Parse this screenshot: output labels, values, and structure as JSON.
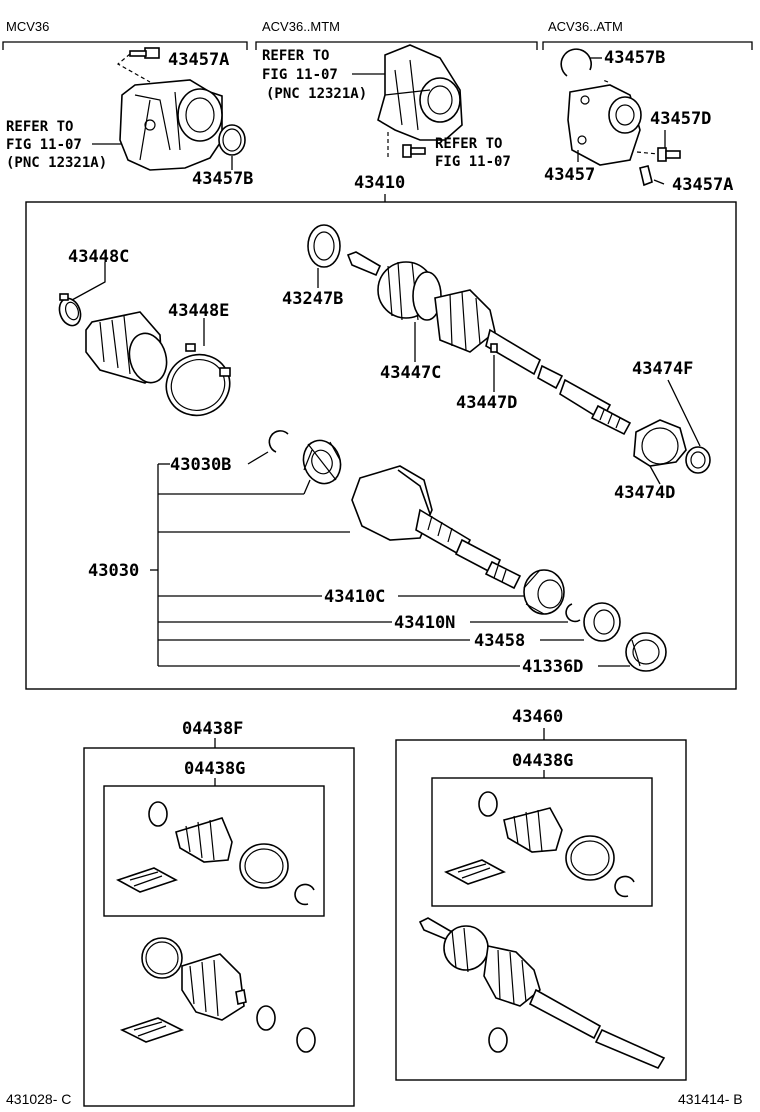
{
  "headers": {
    "mcv36": "MCV36",
    "acv36_mtm": "ACV36..MTM",
    "acv36_atm": "ACV36..ATM"
  },
  "refs": {
    "refer_left_1": "REFER TO",
    "refer_left_2": "FIG 11-07",
    "refer_left_3": "(PNC 12321A)",
    "refer_mid_1": "REFER TO",
    "refer_mid_2": "FIG 11-07",
    "refer_mid_3": "(PNC 12321A)",
    "refer_mid2_1": "REFER TO",
    "refer_mid2_2": "FIG 11-07"
  },
  "parts": {
    "p43457A_left": "43457A",
    "p43457B_left": "43457B",
    "p43457B_right": "43457B",
    "p43457D": "43457D",
    "p43457": "43457",
    "p43457A_right": "43457A",
    "p43410": "43410",
    "p43448C": "43448C",
    "p43448E": "43448E",
    "p43247B": "43247B",
    "p43447C": "43447C",
    "p43447D": "43447D",
    "p43474F": "43474F",
    "p43474D": "43474D",
    "p43030B": "43030B",
    "p43030": "43030",
    "p43410C": "43410C",
    "p43410N": "43410N",
    "p43458": "43458",
    "p41336D": "41336D",
    "p04438F": "04438F",
    "p04438G_left": "04438G",
    "p43460": "43460",
    "p04438G_right": "04438G"
  },
  "codes": {
    "left": "431028- C",
    "right": "431414- B"
  }
}
